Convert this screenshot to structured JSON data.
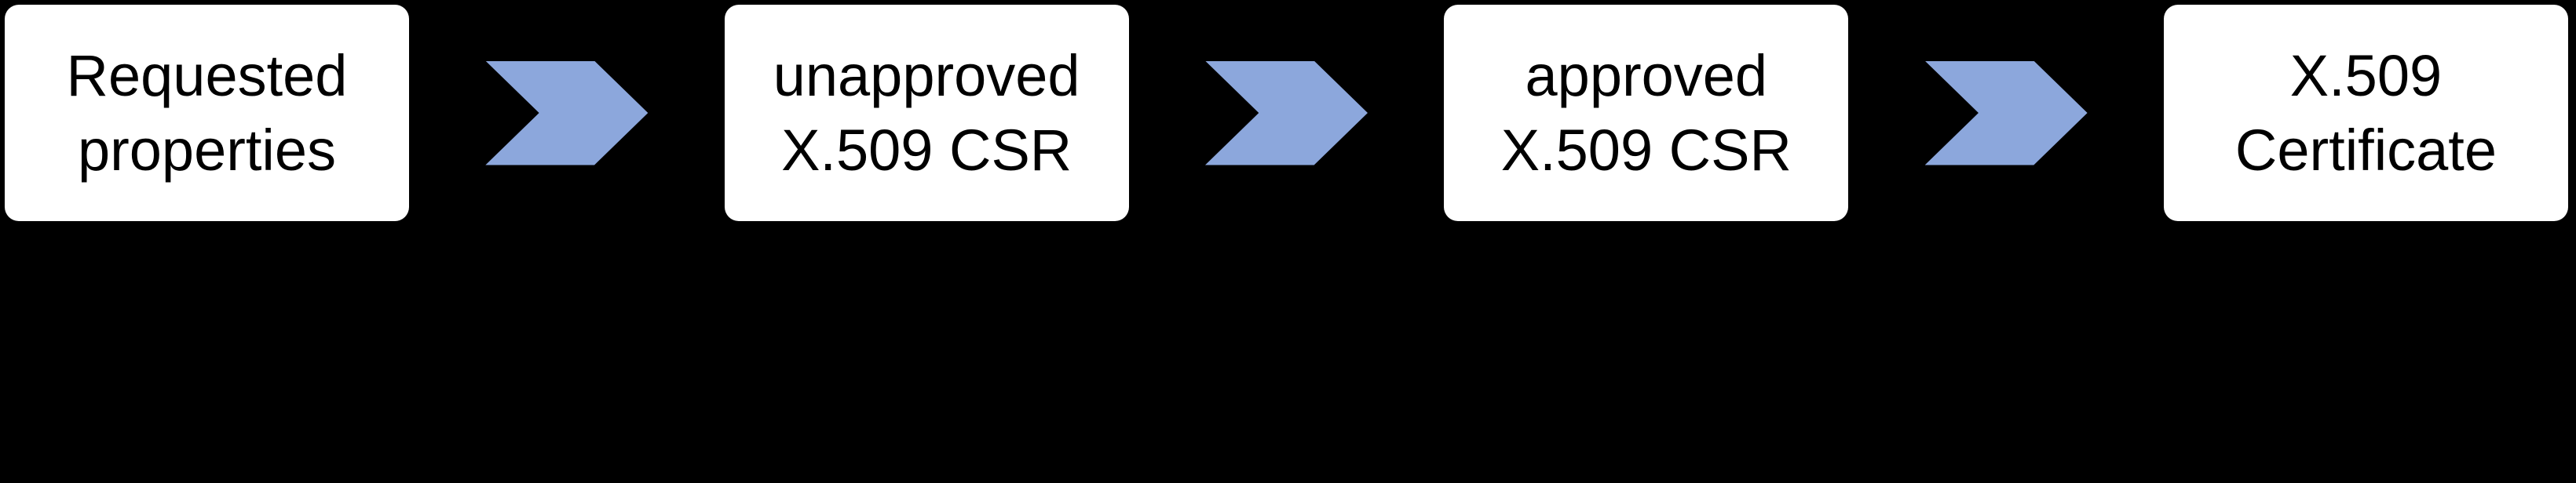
{
  "diagram": {
    "type": "flow",
    "direction": "left-to-right",
    "connector": "chevron-arrow-right",
    "steps": [
      {
        "line1": "Requested",
        "line2": "properties"
      },
      {
        "line1": "unapproved",
        "line2": "X.509 CSR"
      },
      {
        "line1": "approved",
        "line2": "X.509 CSR"
      },
      {
        "line1": "X.509",
        "line2": "Certificate"
      }
    ],
    "colors": {
      "background": "#000000",
      "box_fill": "#ffffff",
      "box_text": "#000000",
      "arrow_fill": "#8CA7DC"
    }
  }
}
